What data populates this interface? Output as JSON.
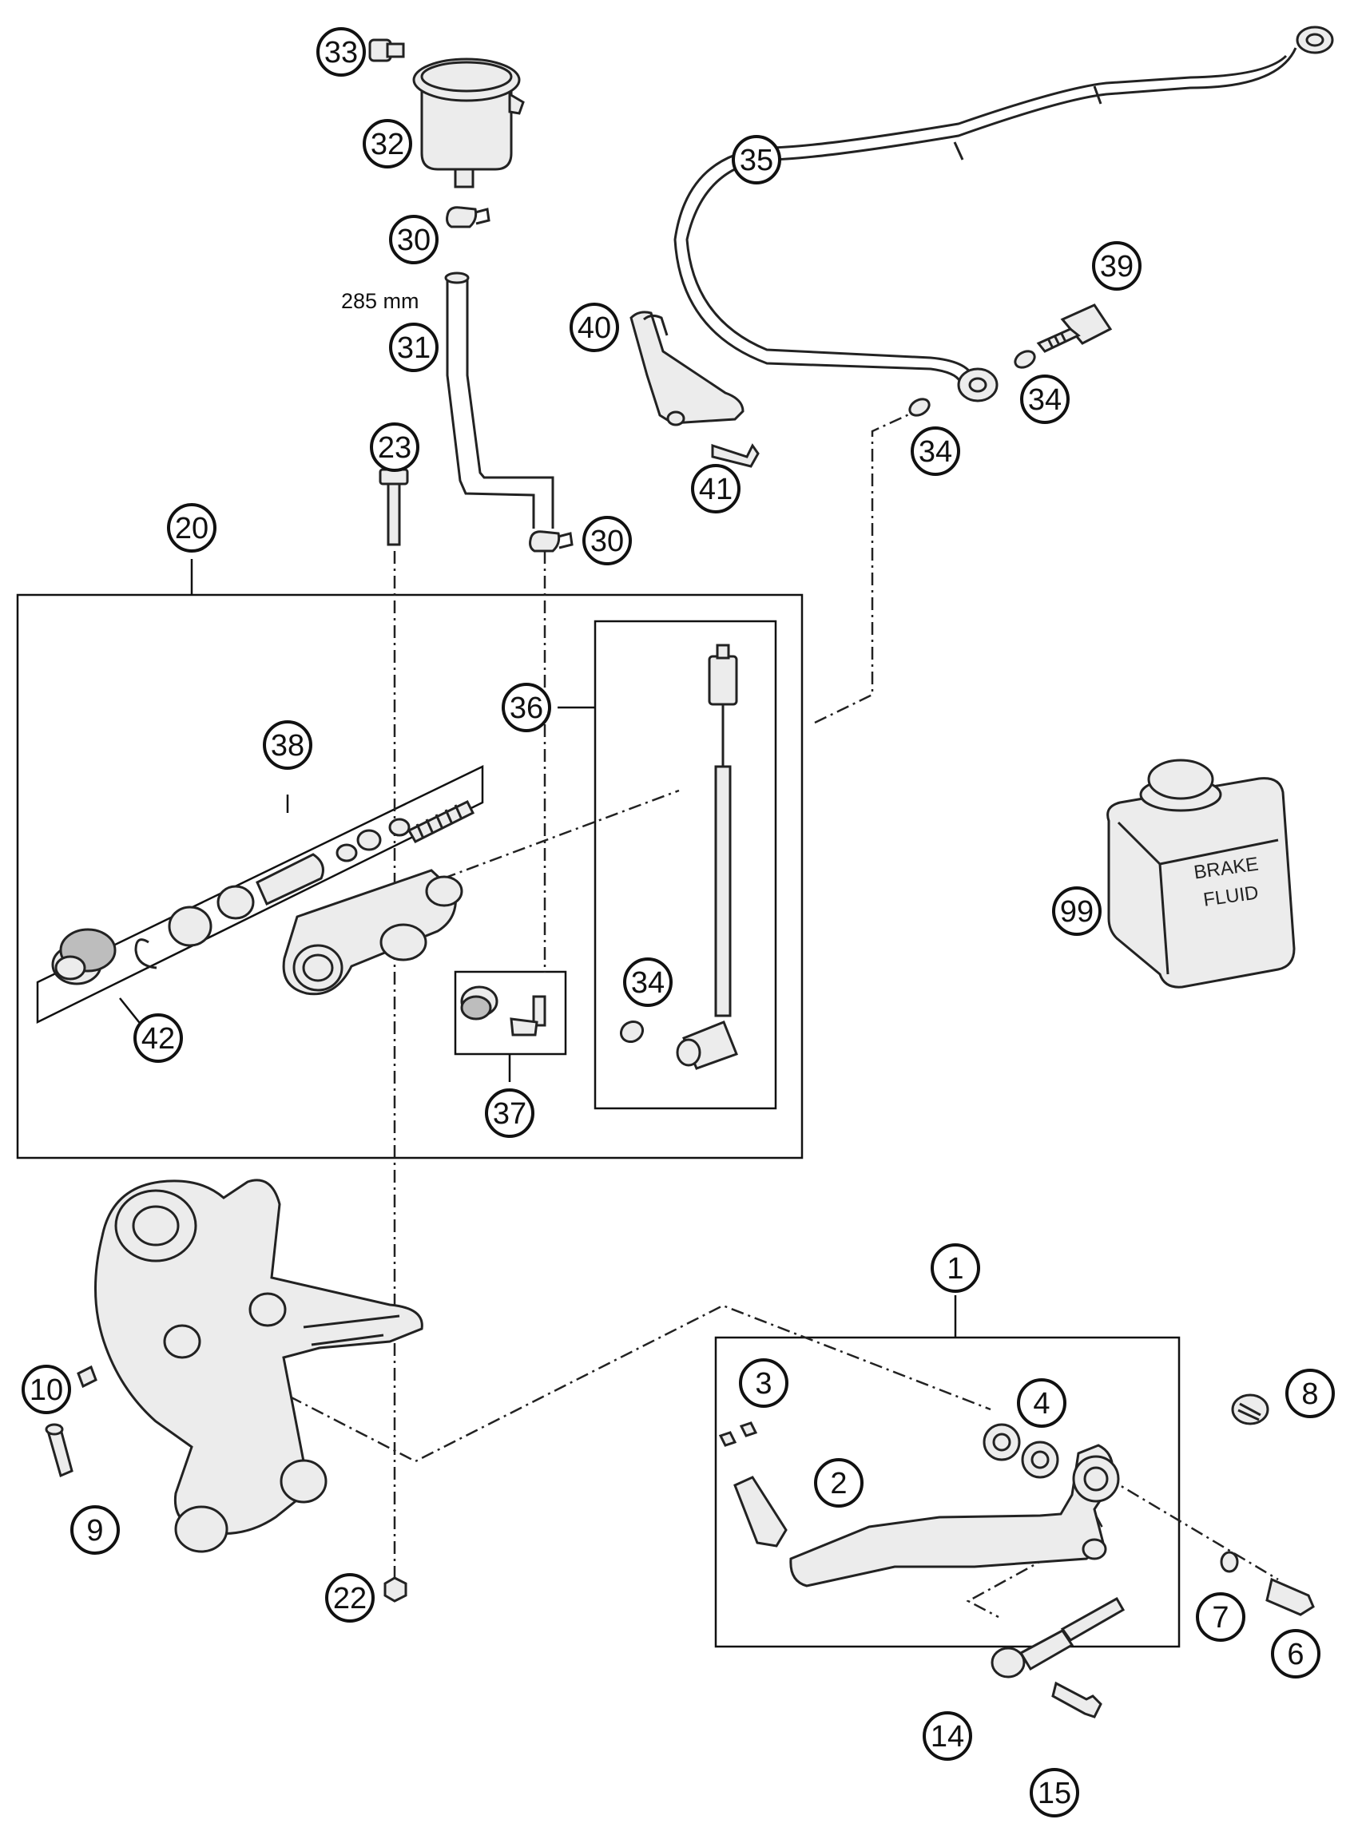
{
  "callouts": [
    {
      "id": "33",
      "label": "33"
    },
    {
      "id": "32",
      "label": "32"
    },
    {
      "id": "30a",
      "label": "30"
    },
    {
      "id": "31",
      "label": "31"
    },
    {
      "id": "35",
      "label": "35"
    },
    {
      "id": "39",
      "label": "39"
    },
    {
      "id": "40",
      "label": "40"
    },
    {
      "id": "34a",
      "label": "34"
    },
    {
      "id": "34b",
      "label": "34"
    },
    {
      "id": "41",
      "label": "41"
    },
    {
      "id": "23",
      "label": "23"
    },
    {
      "id": "30b",
      "label": "30"
    },
    {
      "id": "20",
      "label": "20"
    },
    {
      "id": "36",
      "label": "36"
    },
    {
      "id": "38",
      "label": "38"
    },
    {
      "id": "99",
      "label": "99"
    },
    {
      "id": "42",
      "label": "42"
    },
    {
      "id": "34c",
      "label": "34"
    },
    {
      "id": "37",
      "label": "37"
    },
    {
      "id": "1",
      "label": "1"
    },
    {
      "id": "10",
      "label": "10"
    },
    {
      "id": "3",
      "label": "3"
    },
    {
      "id": "4",
      "label": "4"
    },
    {
      "id": "8",
      "label": "8"
    },
    {
      "id": "2",
      "label": "2"
    },
    {
      "id": "9",
      "label": "9"
    },
    {
      "id": "22",
      "label": "22"
    },
    {
      "id": "7",
      "label": "7"
    },
    {
      "id": "6",
      "label": "6"
    },
    {
      "id": "14",
      "label": "14"
    },
    {
      "id": "15",
      "label": "15"
    }
  ],
  "hose_length_label": "285 mm",
  "fluid_can": {
    "line1": "BRAKE",
    "line2": "FLUID"
  }
}
